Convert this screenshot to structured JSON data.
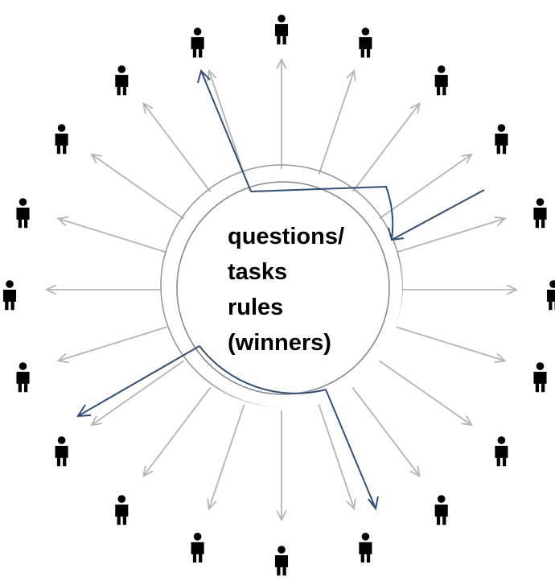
{
  "center": {
    "lines": [
      "questions/",
      "tasks",
      "rules",
      "(winners)"
    ]
  },
  "colors": {
    "grey_arrow": "#b4b4b4",
    "highlight_arrow": "#2f4f7a",
    "circle_outline": "#9a9a9a",
    "person": "#000000",
    "text": "#000000"
  },
  "icons": {
    "person": "person-icon"
  },
  "participants": {
    "count": 20
  }
}
